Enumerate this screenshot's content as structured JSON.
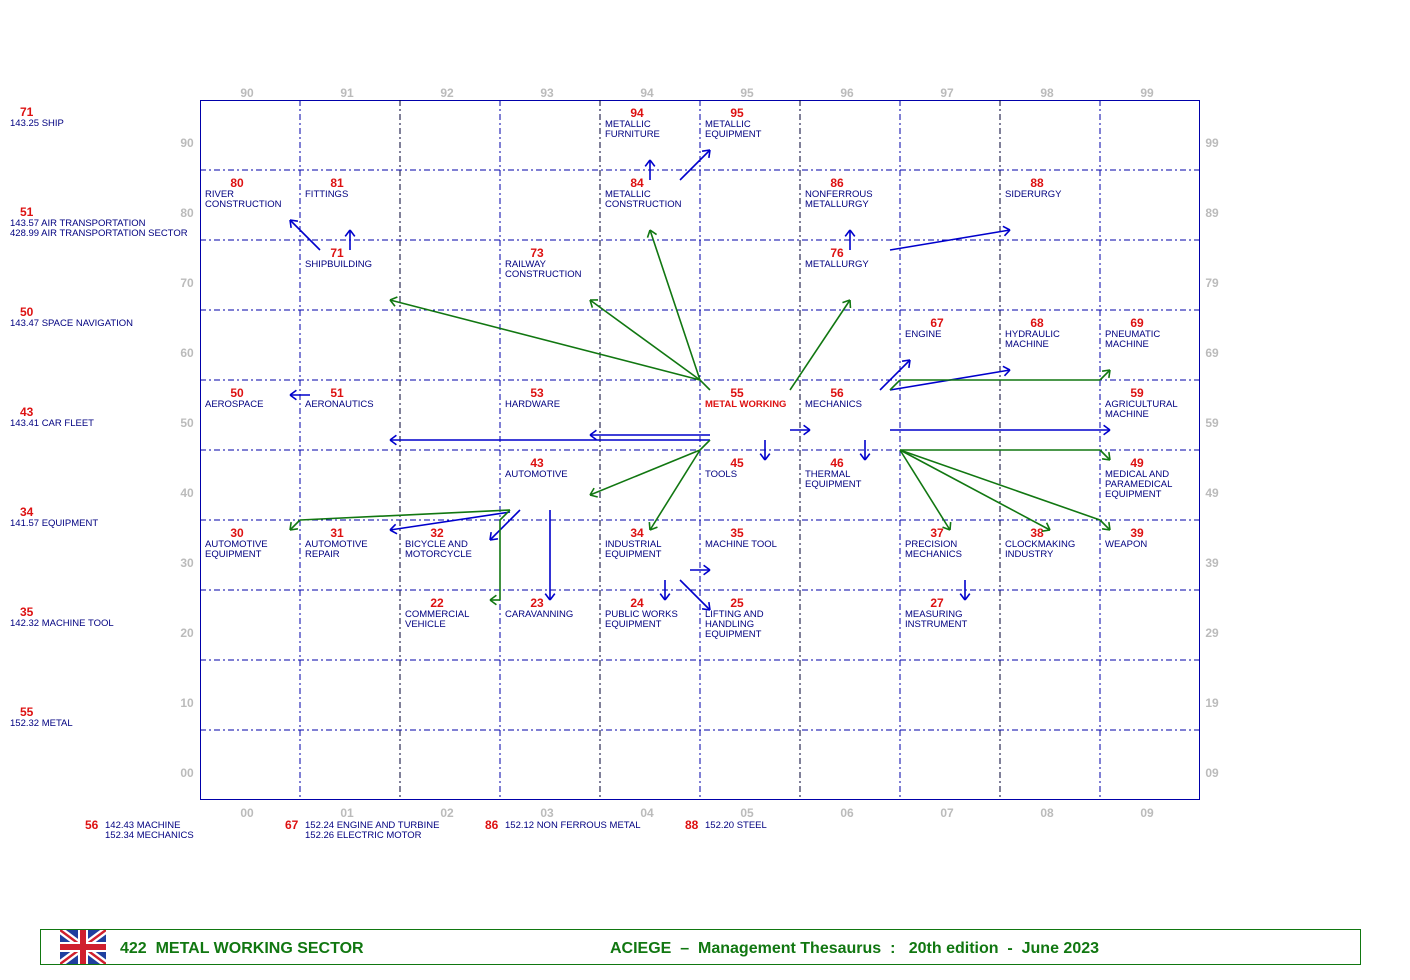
{
  "axes": {
    "top": [
      "90",
      "91",
      "92",
      "93",
      "94",
      "95",
      "96",
      "97",
      "98",
      "99"
    ],
    "bottom": [
      "00",
      "01",
      "02",
      "03",
      "04",
      "05",
      "06",
      "07",
      "08",
      "09"
    ],
    "left": [
      "90",
      "80",
      "70",
      "60",
      "50",
      "40",
      "30",
      "20",
      "10",
      "00"
    ],
    "right": [
      "99",
      "89",
      "79",
      "69",
      "59",
      "49",
      "39",
      "29",
      "19",
      "09"
    ]
  },
  "cells": [
    {
      "code": "94",
      "label": "METALLIC\nFURNITURE"
    },
    {
      "code": "95",
      "label": "METALLIC\nEQUIPMENT"
    },
    {
      "code": "80",
      "label": "RIVER\nCONSTRUCTION"
    },
    {
      "code": "81",
      "label": "FITTINGS"
    },
    {
      "code": "84",
      "label": "METALLIC\nCONSTRUCTION"
    },
    {
      "code": "86",
      "label": "NONFERROUS\nMETALLURGY"
    },
    {
      "code": "88",
      "label": "SIDERURGY"
    },
    {
      "code": "71",
      "label": "SHIPBUILDING"
    },
    {
      "code": "73",
      "label": "RAILWAY\nCONSTRUCTION"
    },
    {
      "code": "76",
      "label": "METALLURGY"
    },
    {
      "code": "67",
      "label": "ENGINE"
    },
    {
      "code": "68",
      "label": "HYDRAULIC\nMACHINE"
    },
    {
      "code": "69",
      "label": "PNEUMATIC\nMACHINE"
    },
    {
      "code": "50",
      "label": "AEROSPACE"
    },
    {
      "code": "51",
      "label": "AERONAUTICS"
    },
    {
      "code": "53",
      "label": "HARDWARE"
    },
    {
      "code": "55",
      "label": "METAL WORKING",
      "main": true
    },
    {
      "code": "56",
      "label": "MECHANICS"
    },
    {
      "code": "59",
      "label": "AGRICULTURAL\nMACHINE"
    },
    {
      "code": "43",
      "label": "AUTOMOTIVE"
    },
    {
      "code": "45",
      "label": "TOOLS"
    },
    {
      "code": "46",
      "label": "THERMAL\nEQUIPMENT"
    },
    {
      "code": "49",
      "label": "MEDICAL AND\nPARAMEDICAL\nEQUIPMENT"
    },
    {
      "code": "30",
      "label": "AUTOMOTIVE\nEQUIPMENT"
    },
    {
      "code": "31",
      "label": "AUTOMOTIVE\nREPAIR"
    },
    {
      "code": "32",
      "label": "BICYCLE AND\nMOTORCYCLE"
    },
    {
      "code": "34",
      "label": "INDUSTRIAL\nEQUIPMENT"
    },
    {
      "code": "35",
      "label": "MACHINE TOOL"
    },
    {
      "code": "37",
      "label": "PRECISION\nMECHANICS"
    },
    {
      "code": "38",
      "label": "CLOCKMAKING\nINDUSTRY"
    },
    {
      "code": "39",
      "label": "WEAPON"
    },
    {
      "code": "22",
      "label": "COMMERCIAL\nVEHICLE"
    },
    {
      "code": "23",
      "label": "CARAVANNING"
    },
    {
      "code": "24",
      "label": "PUBLIC WORKS\nEQUIPMENT"
    },
    {
      "code": "25",
      "label": "LIFTING AND\nHANDLING\nEQUIPMENT"
    },
    {
      "code": "27",
      "label": "MEASURING\nINSTRUMENT"
    }
  ],
  "left_legend": [
    {
      "code": "71",
      "lines": [
        "143.25 SHIP"
      ]
    },
    {
      "code": "51",
      "lines": [
        "143.57 AIR TRANSPORTATION",
        "428.99 AIR TRANSPORTATION SECTOR"
      ]
    },
    {
      "code": "50",
      "lines": [
        "143.47 SPACE NAVIGATION"
      ]
    },
    {
      "code": "43",
      "lines": [
        "143.41 CAR FLEET"
      ]
    },
    {
      "code": "34",
      "lines": [
        "141.57 EQUIPMENT"
      ]
    },
    {
      "code": "35",
      "lines": [
        "142.32 MACHINE TOOL"
      ]
    },
    {
      "code": "55",
      "lines": [
        "152.32 METAL"
      ]
    }
  ],
  "bottom_legend": [
    {
      "code": "56",
      "lines": [
        "142.43 MACHINE",
        "152.34 MECHANICS"
      ]
    },
    {
      "code": "67",
      "lines": [
        "152.24 ENGINE AND TURBINE",
        "152.26 ELECTRIC MOTOR"
      ]
    },
    {
      "code": "86",
      "lines": [
        "152.12 NON FERROUS METAL"
      ]
    },
    {
      "code": "88",
      "lines": [
        "152.20 STEEL"
      ]
    }
  ],
  "footer": {
    "sector": "422  METAL WORKING SECTOR",
    "title": "ACIEGE  –  Management Thesaurus  :   20th edition  -  June 2023",
    "flag_icon": "uk-flag-icon"
  },
  "colors": {
    "grid": "#0000aa",
    "code": "#dd1111",
    "label": "#000080",
    "generic": "#007700",
    "related": "#0000cc",
    "footer": "#117711"
  }
}
